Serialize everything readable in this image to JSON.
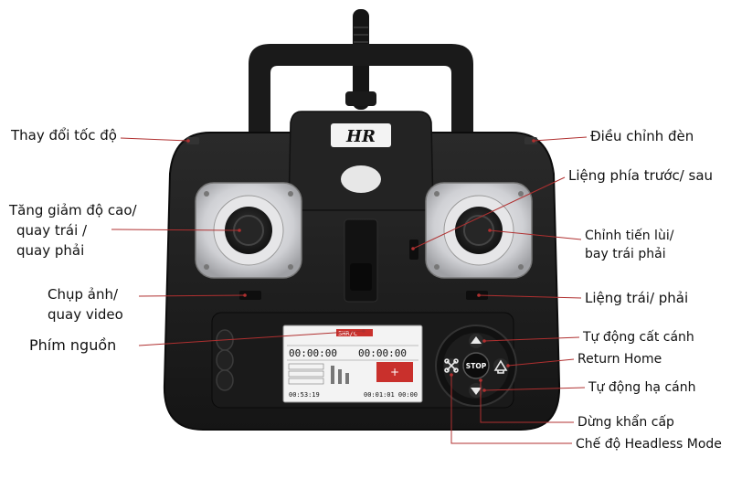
{
  "logo": "HR",
  "buttons": {
    "stop": "STOP"
  },
  "screen": {
    "brand": "SHR/C",
    "timer_left": "00:00:00",
    "timer_right": "00:00:00",
    "footer_time": "00:53:19",
    "footer_right": "00:01:01  00:00"
  },
  "labels": {
    "speed": "Thay đổi  tốc độ",
    "altitude_1": "Tăng giảm độ cao/",
    "altitude_2": "quay trái /",
    "altitude_3": "quay phải",
    "photo_1": "Chụp ảnh/",
    "photo_2": "quay video",
    "power": "Phím nguồn",
    "light": "Điều chỉnh đèn",
    "pitch": "Liệng phía trước/ sau",
    "roll_1": "Chỉnh tiến lùi/",
    "roll_2": "bay trái phải",
    "lr": "Liệng trái/ phải",
    "takeoff": "Tự động cất cánh",
    "home": "Return Home",
    "land": "Tự động hạ cánh",
    "emergency": "Dừng khẩn cấp",
    "headless": "Chế độ Headless Mode"
  },
  "colors": {
    "body": "#1c1c1c",
    "body_edge": "#2c2c2c",
    "gimbal_silver": "#d9d9dc",
    "leader_line": "#b03030",
    "screen_red": "#c9302c"
  }
}
